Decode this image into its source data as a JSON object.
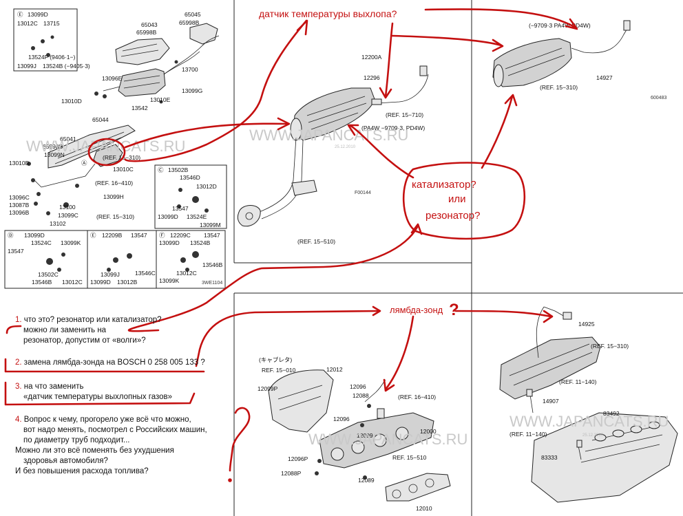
{
  "watermark": "WWW.JAPANCATS.RU",
  "watermark_date": "25.12.2010",
  "annotations": {
    "exhaust_temp_sensor": "датчик температуры выхлопа?",
    "catalyst_or_resonator": [
      "катализатор?",
      "или",
      "резонатор?"
    ],
    "lambda": "лямбда-зонд",
    "q_mark": "?"
  },
  "questions": [
    {
      "num": "1.",
      "lines": [
        "что это? резонатор или катализатор?",
        "можно ли заменить на",
        "резонатор, допустим от «волги»?"
      ]
    },
    {
      "num": "2.",
      "lines": [
        "замена лямбда-зонда на BOSCH 0 258 005 133 ?"
      ]
    },
    {
      "num": "3.",
      "lines": [
        "на что заменить",
        "«датчик температуры выхлопных газов»"
      ]
    },
    {
      "num": "4.",
      "lines": [
        "Вопрос к чему, прогорело уже всё что можно,",
        "вот надо менять, посмотрел с Российских машин,",
        "по диаметру труб подходит...",
        "Можно ли это всё поменять без ухудшения",
        "здоровья автомобиля?",
        "И без повышения расхода топлива?"
      ]
    }
  ],
  "panel1": {
    "labels": {
      "l13099D": "13099D",
      "l13012C": "13012C",
      "l13715": "13715",
      "l13524F": "13524F (9406·1−)",
      "l13099J": "13099J",
      "l13524B": "13524B (−9405·3)",
      "l65043": "65043",
      "l65998B": "65998B",
      "l65045": "65045",
      "l65998B2": "65998B",
      "l13096E": "13096E",
      "l13700": "13700",
      "l13010D": "13010D",
      "l13099G": "13099G",
      "l13010E": "13010E",
      "l13542": "13542",
      "l65044": "65044",
      "l65041": "65041",
      "l65998B3": "65998B",
      "l13099N": "13099N",
      "l13010B": "13010B",
      "ref15_310a": "(REF. 15−310)",
      "l13010C": "13010C",
      "ref16_410": "(REF. 16−410)",
      "l13099H": "13099H",
      "l13096C": "13096C",
      "l13087B": "13087B",
      "l13100": "13100",
      "l13096B": "13096B",
      "l13099C": "13099C",
      "ref15_310b": "(REF. 15−310)",
      "l13102": "13102",
      "l13502B": "13502B",
      "l13546D": "13546D",
      "l13012D": "13012D",
      "l13547": "13547",
      "l13099D2": "13099D",
      "l13524E": "13524E",
      "l13099M": "13099M",
      "d_13099D": "13099D",
      "d_13524C": "13524C",
      "d_13099K": "13099K",
      "d_13547": "13547",
      "d_13502C": "13502C",
      "d_13546B": "13546B",
      "d_13012C": "13012C",
      "e_12209B": "12209B",
      "e_13547": "13547",
      "e_13546C": "13546C",
      "e_13099J": "13099J",
      "e_13099D": "13099D",
      "e_13012B": "13012B",
      "f_12209C": "12209C",
      "f_13547": "13547",
      "f_13099D": "13099D",
      "f_13524B": "13524B",
      "f_13546B": "13546B",
      "f_13012C": "13012C",
      "f_13099K": "13099K",
      "code": "3WE1104",
      "e": "Ⓔ",
      "a": "Ⓐ",
      "b": "Ⓑ",
      "c": "Ⓒ",
      "d": "Ⓓ",
      "e2": "Ⓔ",
      "f": "Ⓕ"
    }
  },
  "panel2": {
    "l12200A": "12200A",
    "l12296": "12296",
    "ref15_710": "(REF. 15−710)",
    "pa4w": "(PA4W  −9709·3, PD4W)",
    "code": "F00144",
    "ref15_510": "(REF. 15−510)"
  },
  "panel3": {
    "top": "(−9709·3 PA4W;PD4W)",
    "l14927": "14927",
    "ref15_310": "(REF. 15−310)",
    "code": "600483"
  },
  "panel4": {
    "kana": "(キャブレタ)",
    "ref15_010": "REF. 15−010",
    "l12012": "12012",
    "l12099P": "12099P",
    "l12096": "12096",
    "l12088": "12088",
    "ref16_410": "(REF. 16−410)",
    "l12096b": "12096",
    "l12000": "12000",
    "l12099": "12099",
    "ref15_510": "REF. 15−510",
    "l12096P": "12096P",
    "l12088P": "12088P",
    "l12089": "12089",
    "l12010": "12010"
  },
  "panel5": {
    "l14925": "14925",
    "ref15_310": "(REF. 15−310)",
    "ref11_140a": "(REF. 11−140)",
    "l14907": "14907",
    "ref11_140b": "(REF. 11−140)",
    "l83492": "83492",
    "l83333": "83333"
  }
}
